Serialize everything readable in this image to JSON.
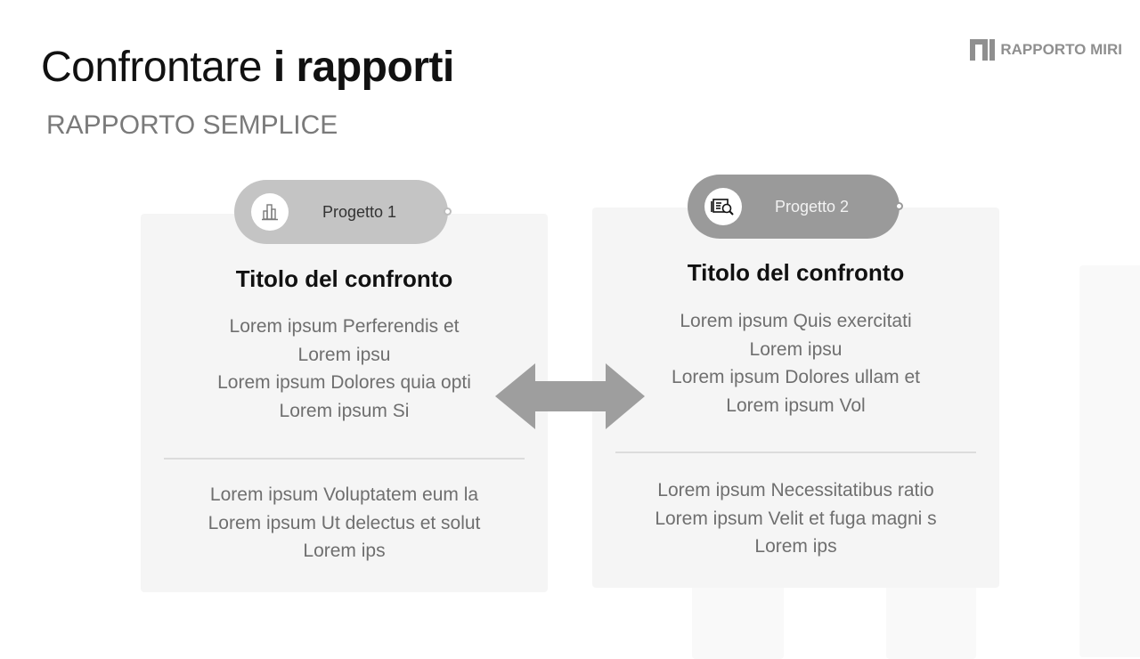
{
  "header": {
    "title_regular": "Confrontare ",
    "title_bold": "i rapporti",
    "subtitle": "RAPPORTO SEMPLICE",
    "brand": "RAPPORTO MIRI",
    "brand_icon": "logo-bars-icon"
  },
  "colors": {
    "pill1_bg": "#c4c4c4",
    "pill2_bg": "#9a9a9a",
    "card_bg": "#f5f5f5",
    "arrow": "#9e9e9e"
  },
  "cards": [
    {
      "project_label": "Progetto 1",
      "icon": "bar-chart-icon",
      "title": "Titolo del confronto",
      "top_lines": [
        "Lorem ipsum Perferendis et",
        "Lorem ipsu",
        "Lorem ipsum Dolores quia opti",
        "Lorem ipsum Si"
      ],
      "bottom_lines": [
        "Lorem ipsum Voluptatem eum la",
        "Lorem ipsum Ut delectus et solut",
        "Lorem ips"
      ]
    },
    {
      "project_label": "Progetto 2",
      "icon": "report-search-icon",
      "title": "Titolo del confronto",
      "top_lines": [
        "Lorem ipsum Quis exercitati",
        "Lorem ipsu",
        "Lorem ipsum Dolores ullam et",
        "Lorem ipsum Vol"
      ],
      "bottom_lines": [
        "Lorem ipsum Necessitatibus ratio",
        "Lorem ipsum Velit et fuga magni s",
        "Lorem ips"
      ]
    }
  ],
  "connector": "double-arrow-icon"
}
